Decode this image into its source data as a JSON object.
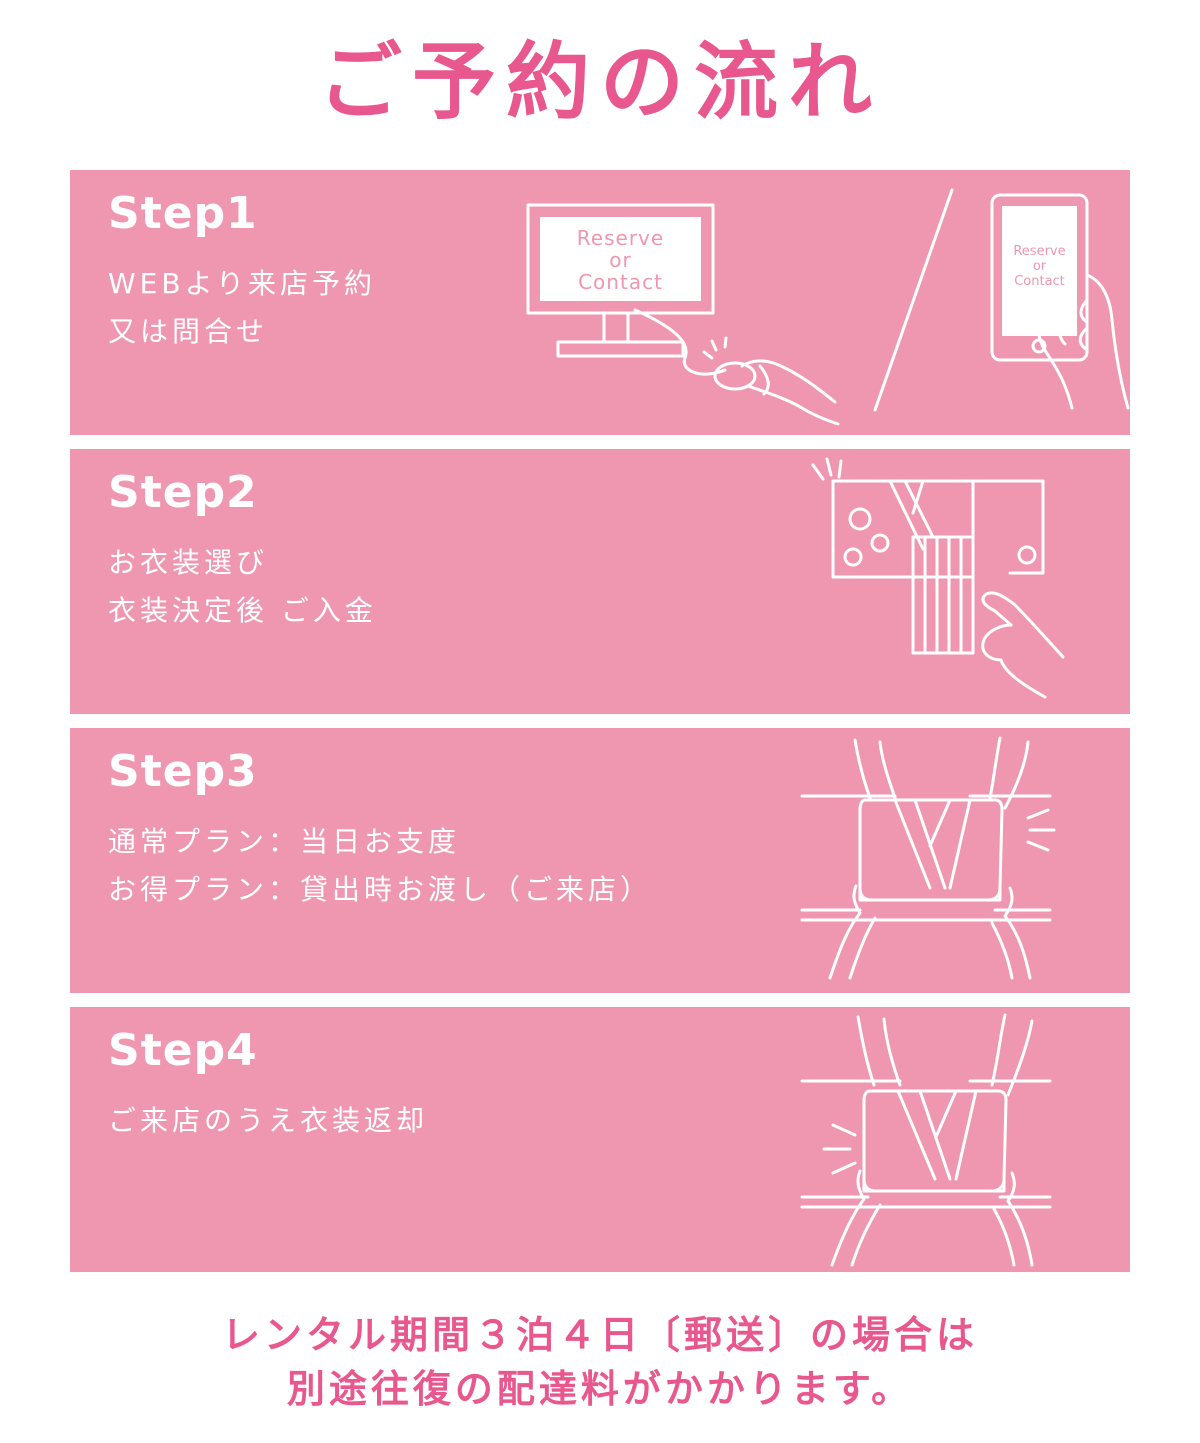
{
  "title": "ご予約の流れ",
  "colors": {
    "accent": "#e8588e",
    "panel": "#ef97b0",
    "line": "#ffffff"
  },
  "steps": [
    {
      "label": "Step1",
      "lines": [
        "WEBより来店予約",
        "又は問合せ"
      ],
      "illustration": {
        "icon": "computer-and-smartphone-icon",
        "monitor_text": [
          "Reserve",
          "or",
          "Contact"
        ],
        "phone_text": [
          "Reserve",
          "or",
          "Contact"
        ]
      }
    },
    {
      "label": "Step2",
      "lines": [
        "お衣装選び",
        "衣装決定後 ご入金"
      ],
      "illustration": {
        "icon": "kimono-select-icon"
      }
    },
    {
      "label": "Step3",
      "lines": [
        "通常プラン：当日お支度",
        "お得プラン：貸出時お渡し（ご来店）"
      ],
      "illustration": {
        "icon": "handover-box-icon"
      }
    },
    {
      "label": "Step4",
      "lines": [
        "ご来店のうえ衣装返却"
      ],
      "illustration": {
        "icon": "return-box-icon"
      }
    }
  ],
  "footer": [
    "レンタル期間３泊４日〔郵送〕の場合は",
    "別途往復の配達料がかかります。"
  ]
}
